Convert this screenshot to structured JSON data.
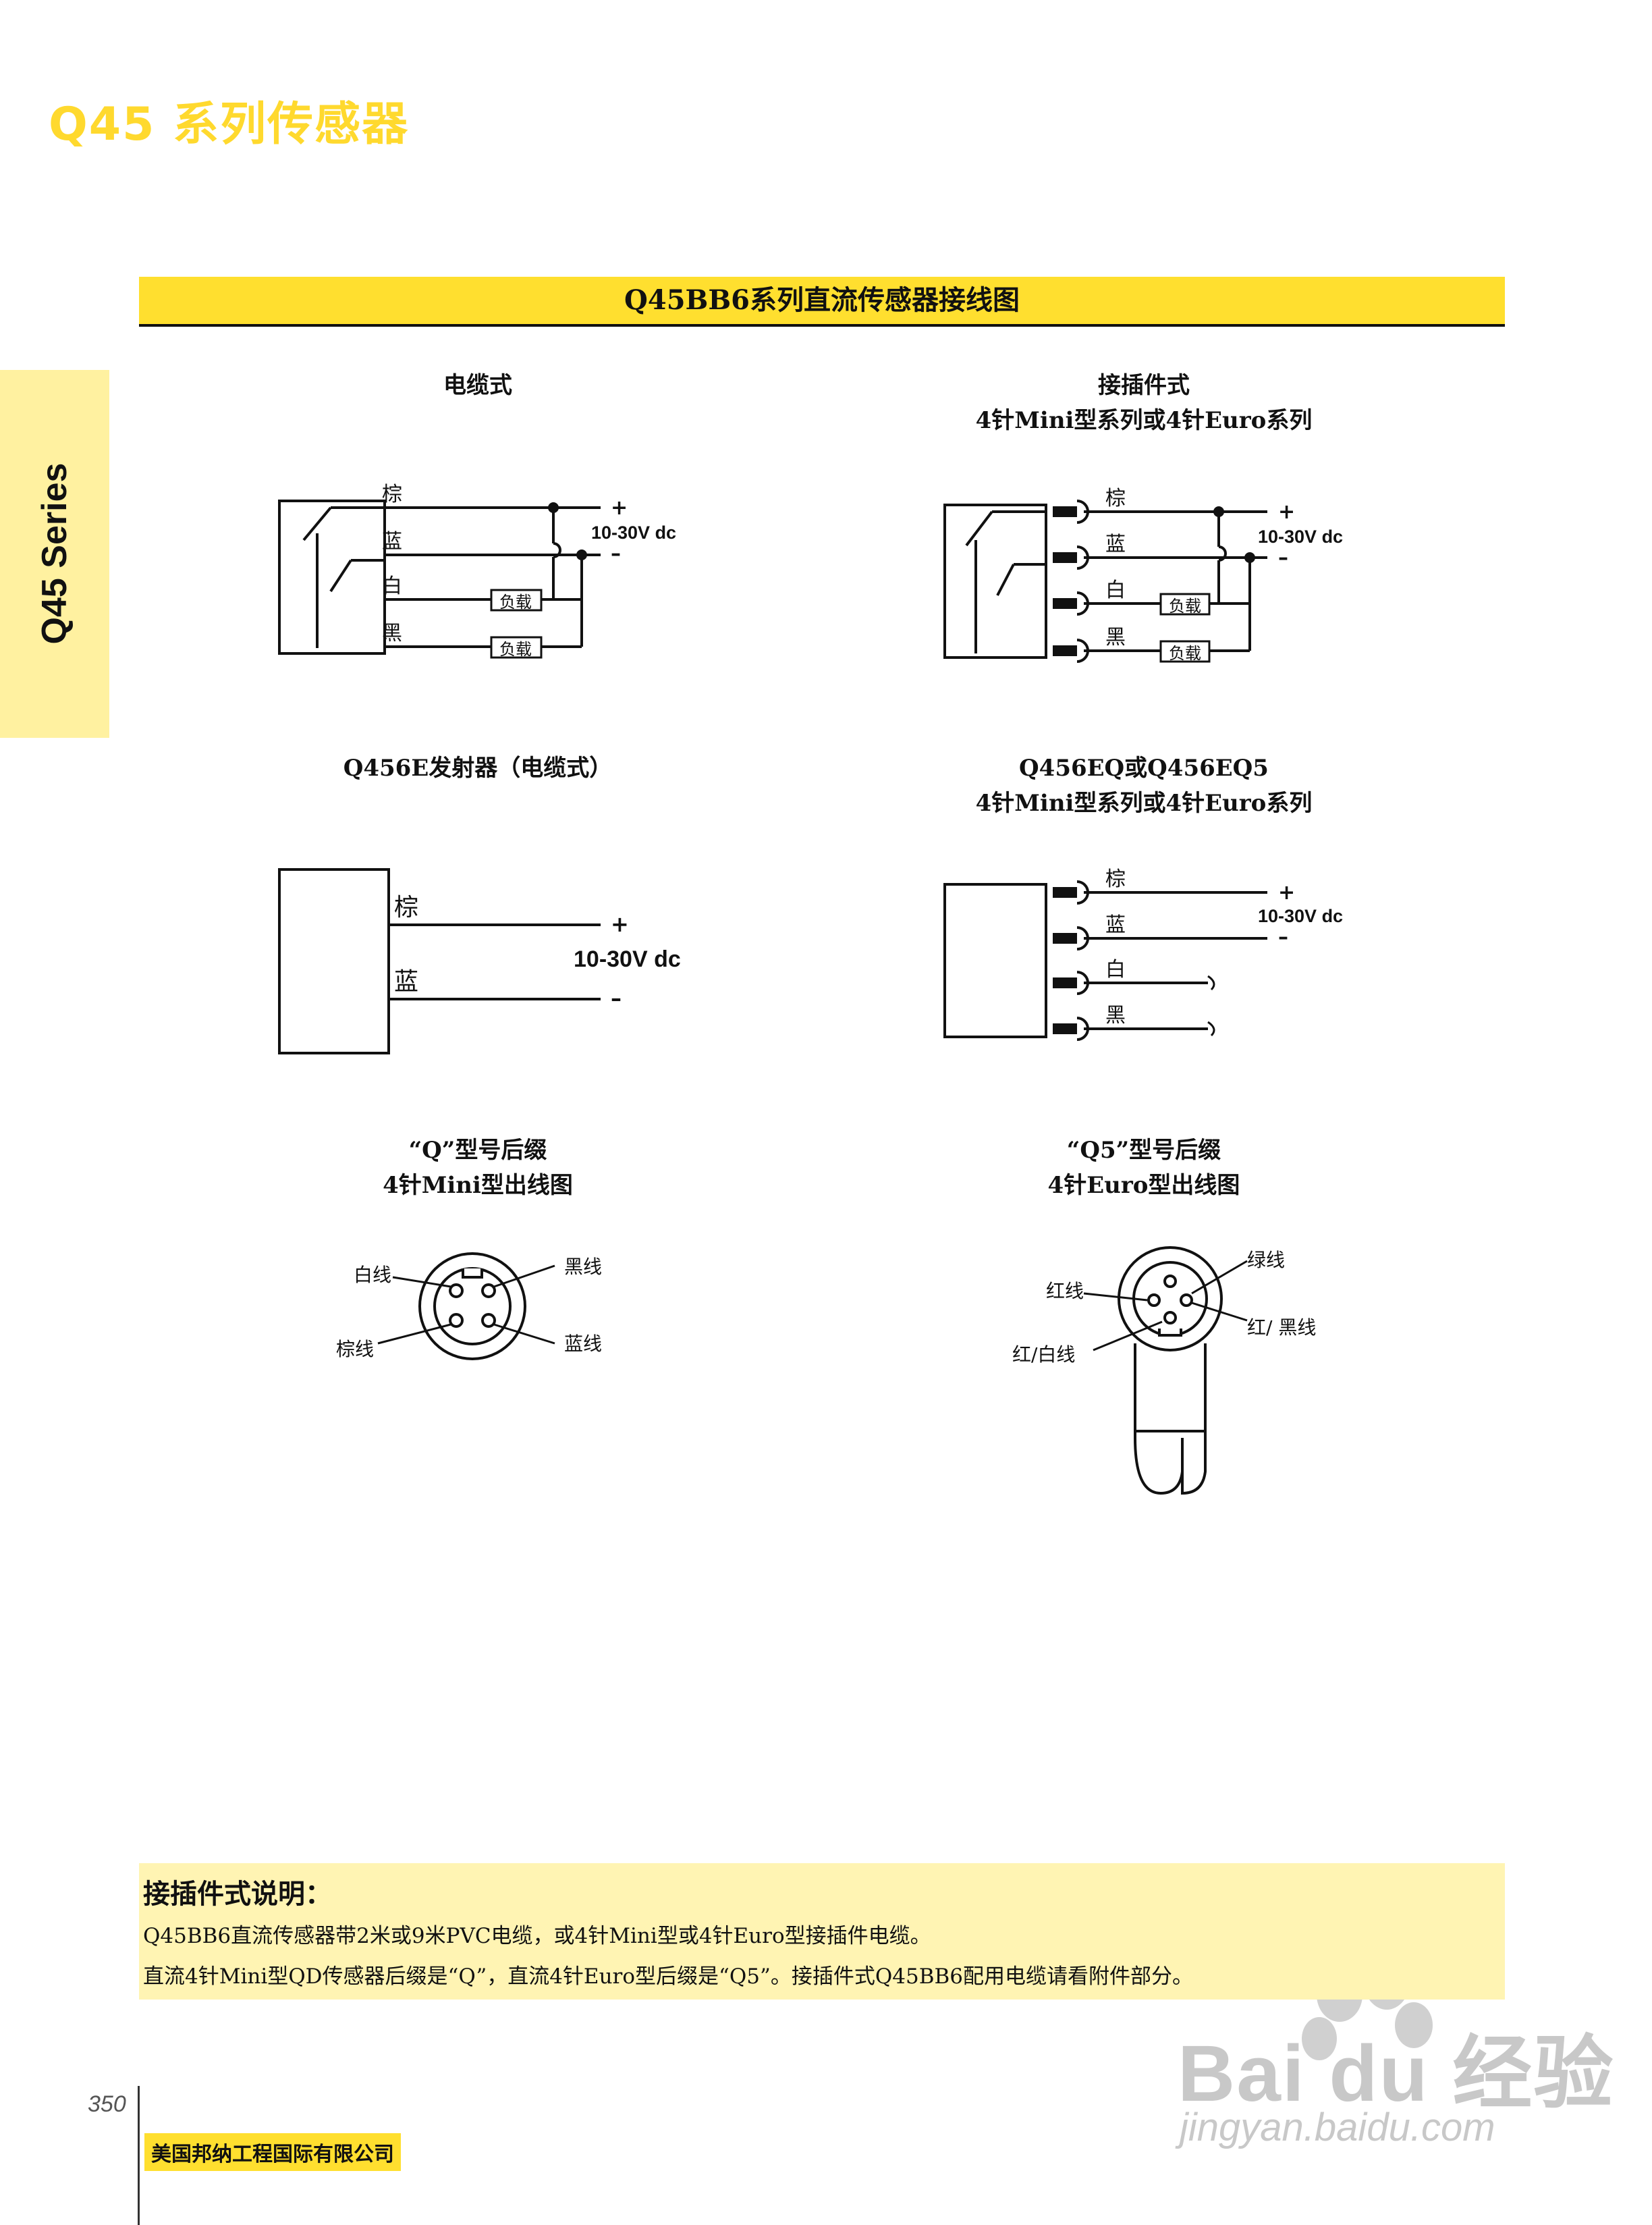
{
  "page_title": "Q45 系列传感器",
  "side_tab": "Q45 Series",
  "section_header": "Q45BB6系列直流传感器接线图",
  "diagrams": {
    "cable_title": "电缆式",
    "connector_title_1": "接插件式",
    "connector_title_2": "4针Mini型系列或4针Euro系列",
    "emitter_cable_title": "Q456E发射器（电缆式）",
    "emitter_conn_title_1": "Q456EQ或Q456EQ5",
    "emitter_conn_title_2": "4针Mini型系列或4针Euro系列",
    "q_title_1": "“Q”型号后缀",
    "q_title_2": "4针Mini型出线图",
    "q5_title_1": "“Q5”型号后缀",
    "q5_title_2": "4针Euro型出线图"
  },
  "wires": {
    "brown": "棕",
    "blue": "蓝",
    "white": "白",
    "black": "黑",
    "load": "负载",
    "plus": "+",
    "minus": "–",
    "voltage": "10-30V dc"
  },
  "pinout_q": {
    "white": "白线",
    "black": "黑线",
    "brown": "棕线",
    "blue": "蓝线"
  },
  "pinout_q5": {
    "green": "绿线",
    "red": "红线",
    "red_black": "红/ 黑线",
    "red_white": "红/白线"
  },
  "note": {
    "title": "接插件式说明：",
    "line1": "Q45BB6直流传感器带2米或9米PVC电缆，或4针Mini型或4针Euro型接插件电缆。",
    "line2": "直流4针Mini型QD传感器后缀是“Q”，直流4针Euro型后缀是“Q5”。接插件式Q45BB6配用电缆请看附件部分。"
  },
  "footer": {
    "page_number": "350",
    "company": "美国邦纳工程国际有限公司"
  },
  "watermark": {
    "brand": "Bai du 经验",
    "url": "jingyan.baidu.com"
  }
}
